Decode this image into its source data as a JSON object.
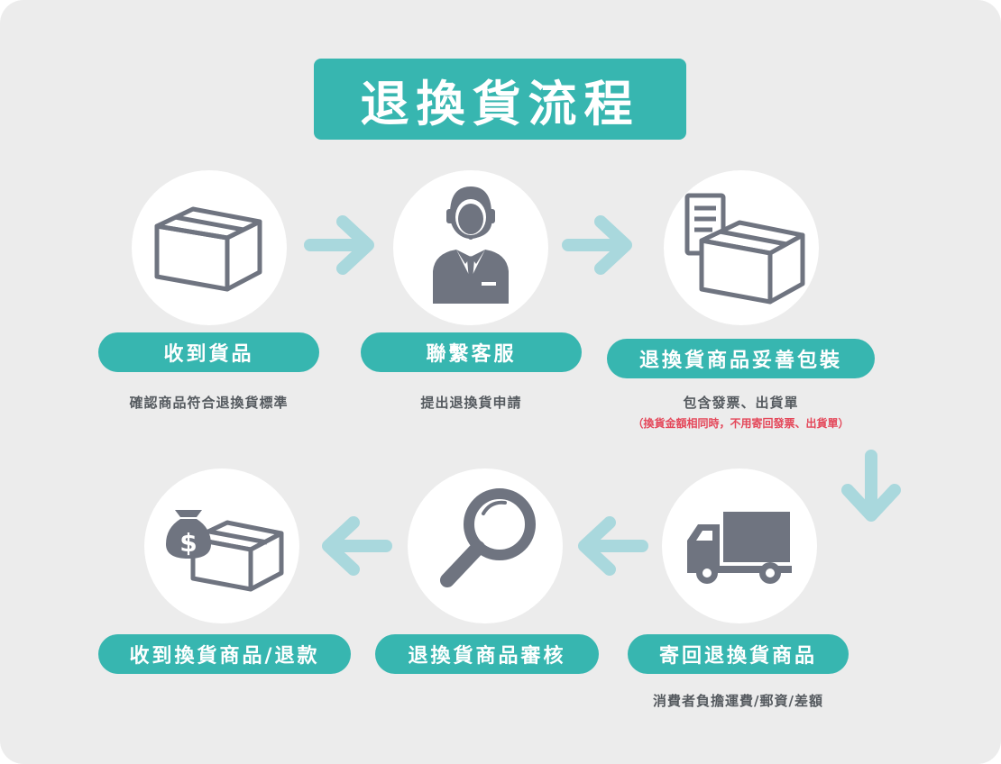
{
  "title": "退換貨流程",
  "steps": [
    {
      "label": "收到貨品",
      "desc": "確認商品符合退換貨標準",
      "icon": "box-icon"
    },
    {
      "label": "聯繫客服",
      "desc": "提出退換貨申請",
      "icon": "customer-service-icon"
    },
    {
      "label": "退換貨商品妥善包裝",
      "desc": "包含發票、出貨單",
      "note": "（換貨金額相同時，不用寄回發票、出貨單）",
      "icon": "box-with-invoice-icon"
    },
    {
      "label": "寄回退換貨商品",
      "desc": "消費者負擔運費/郵資/差額",
      "icon": "truck-icon"
    },
    {
      "label": "退換貨商品審核",
      "desc": "",
      "icon": "magnifier-icon"
    },
    {
      "label": "收到換貨商品/退款",
      "desc": "",
      "icon": "money-bag-box-icon"
    }
  ],
  "colors": {
    "accent": "#37b6b0",
    "arrow": "#a9d8dd",
    "icon": "#6f7480",
    "note": "#e4485a",
    "background": "#ececec"
  }
}
